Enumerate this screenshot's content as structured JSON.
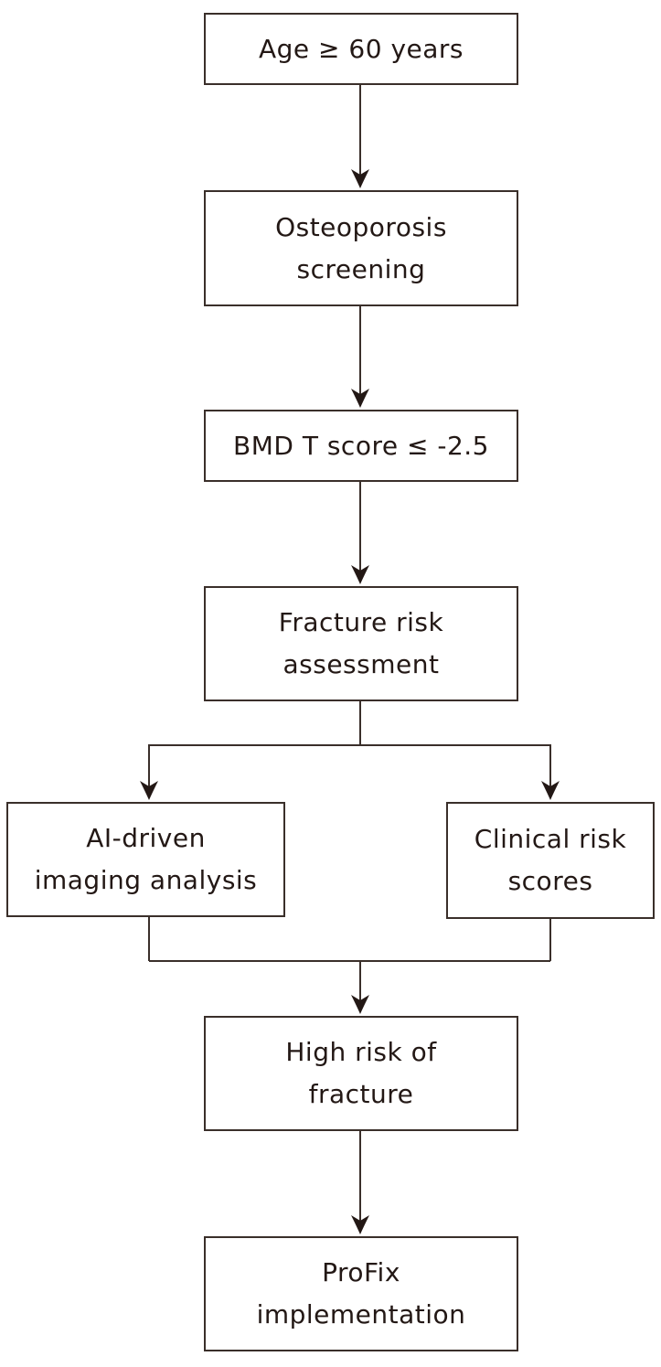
{
  "flowchart": {
    "description": "Clinical pathway flowchart for osteoporosis fracture-risk screening leading to ProFix implementation",
    "nodes": [
      {
        "id": "age",
        "label": "Age ≥ 60 years"
      },
      {
        "id": "screening",
        "label": "Osteoporosis\nscreening"
      },
      {
        "id": "bmd",
        "label": "BMD T score ≤ -2.5"
      },
      {
        "id": "assessment",
        "label": "Fracture risk\nassessment"
      },
      {
        "id": "ai",
        "label": "AI-driven\nimaging analysis"
      },
      {
        "id": "clinical",
        "label": "Clinical risk\nscores"
      },
      {
        "id": "highrisk",
        "label": "High risk of\nfracture"
      },
      {
        "id": "profix",
        "label": "ProFix\nimplementation"
      }
    ],
    "edges": [
      {
        "from": "age",
        "to": "screening"
      },
      {
        "from": "screening",
        "to": "bmd"
      },
      {
        "from": "bmd",
        "to": "assessment"
      },
      {
        "from": "assessment",
        "to": "ai"
      },
      {
        "from": "assessment",
        "to": "clinical"
      },
      {
        "from": "ai",
        "to": "highrisk"
      },
      {
        "from": "clinical",
        "to": "highrisk"
      },
      {
        "from": "highrisk",
        "to": "profix"
      }
    ],
    "colors": {
      "ink": "#231815",
      "line": "#3a2f2a",
      "background": "#ffffff"
    }
  }
}
